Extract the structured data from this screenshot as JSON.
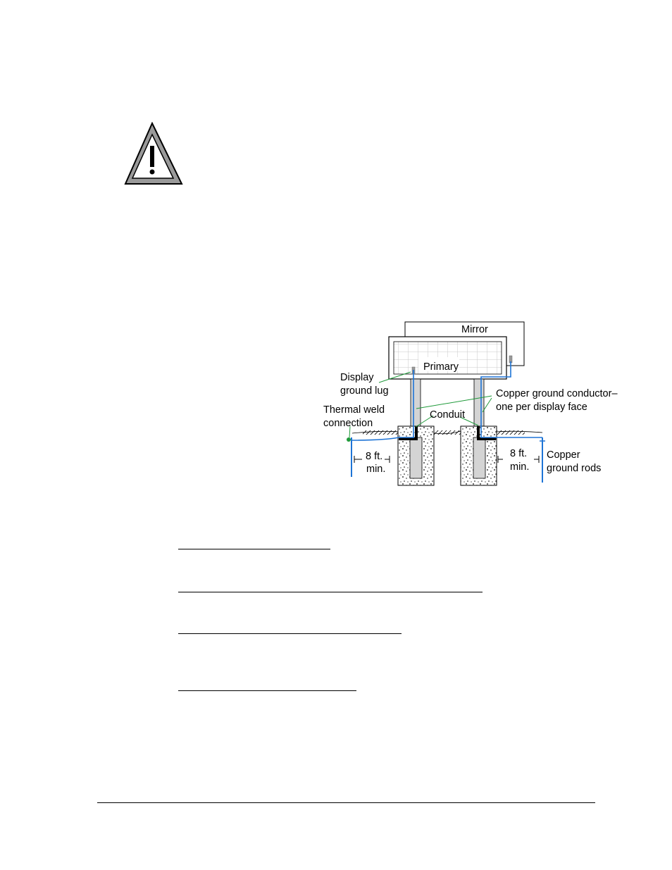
{
  "diagram": {
    "mirror_label": "Mirror",
    "primary_label": "Primary",
    "display_ground_lug": [
      "Display",
      "ground lug"
    ],
    "thermal_weld": [
      "Thermal weld",
      "connection"
    ],
    "conduit_label": "Conduit",
    "copper_conductor": [
      "Copper ground conductor–",
      "one per display face"
    ],
    "distance_left": [
      "8 ft.",
      "min."
    ],
    "distance_right": [
      "8 ft.",
      "min."
    ],
    "copper_rods": [
      "Copper",
      "ground rods"
    ]
  },
  "colors": {
    "conductor": "#1e74d6",
    "leader": "#1f9a3a",
    "warning_fill": "#9a9a9a"
  },
  "icons": [
    "warning-triangle-icon"
  ]
}
